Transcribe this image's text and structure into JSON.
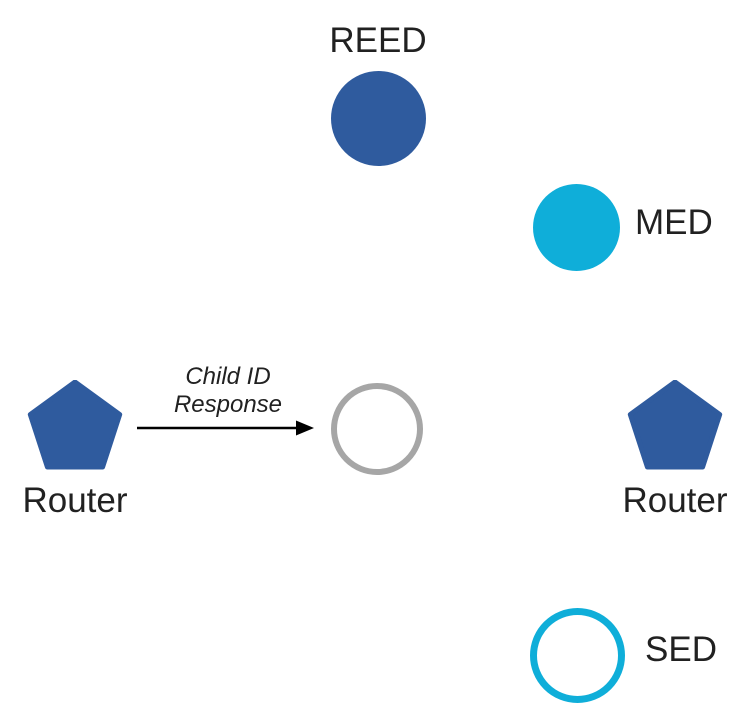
{
  "diagram": {
    "type": "thread-network-topology",
    "background": "#ffffff",
    "text_color": "#212121",
    "nodes": {
      "reed": {
        "label": "REED",
        "shape": "filled-circle",
        "fill": "#2F5B9E"
      },
      "med": {
        "label": "MED",
        "shape": "filled-circle",
        "fill": "#0FAED9"
      },
      "router_left": {
        "label": "Router",
        "shape": "pentagon",
        "fill": "#2F5B9E"
      },
      "joining_child": {
        "label": "",
        "shape": "outline-circle",
        "stroke": "#A6A6A6"
      },
      "router_right": {
        "label": "Router",
        "shape": "pentagon",
        "fill": "#2F5B9E"
      },
      "sed": {
        "label": "SED",
        "shape": "outline-circle",
        "stroke": "#0FAED9"
      }
    },
    "message": {
      "label_line1": "Child ID",
      "label_line2": "Response",
      "from": "router_left",
      "to": "joining_child",
      "arrow_color": "#000000"
    }
  }
}
